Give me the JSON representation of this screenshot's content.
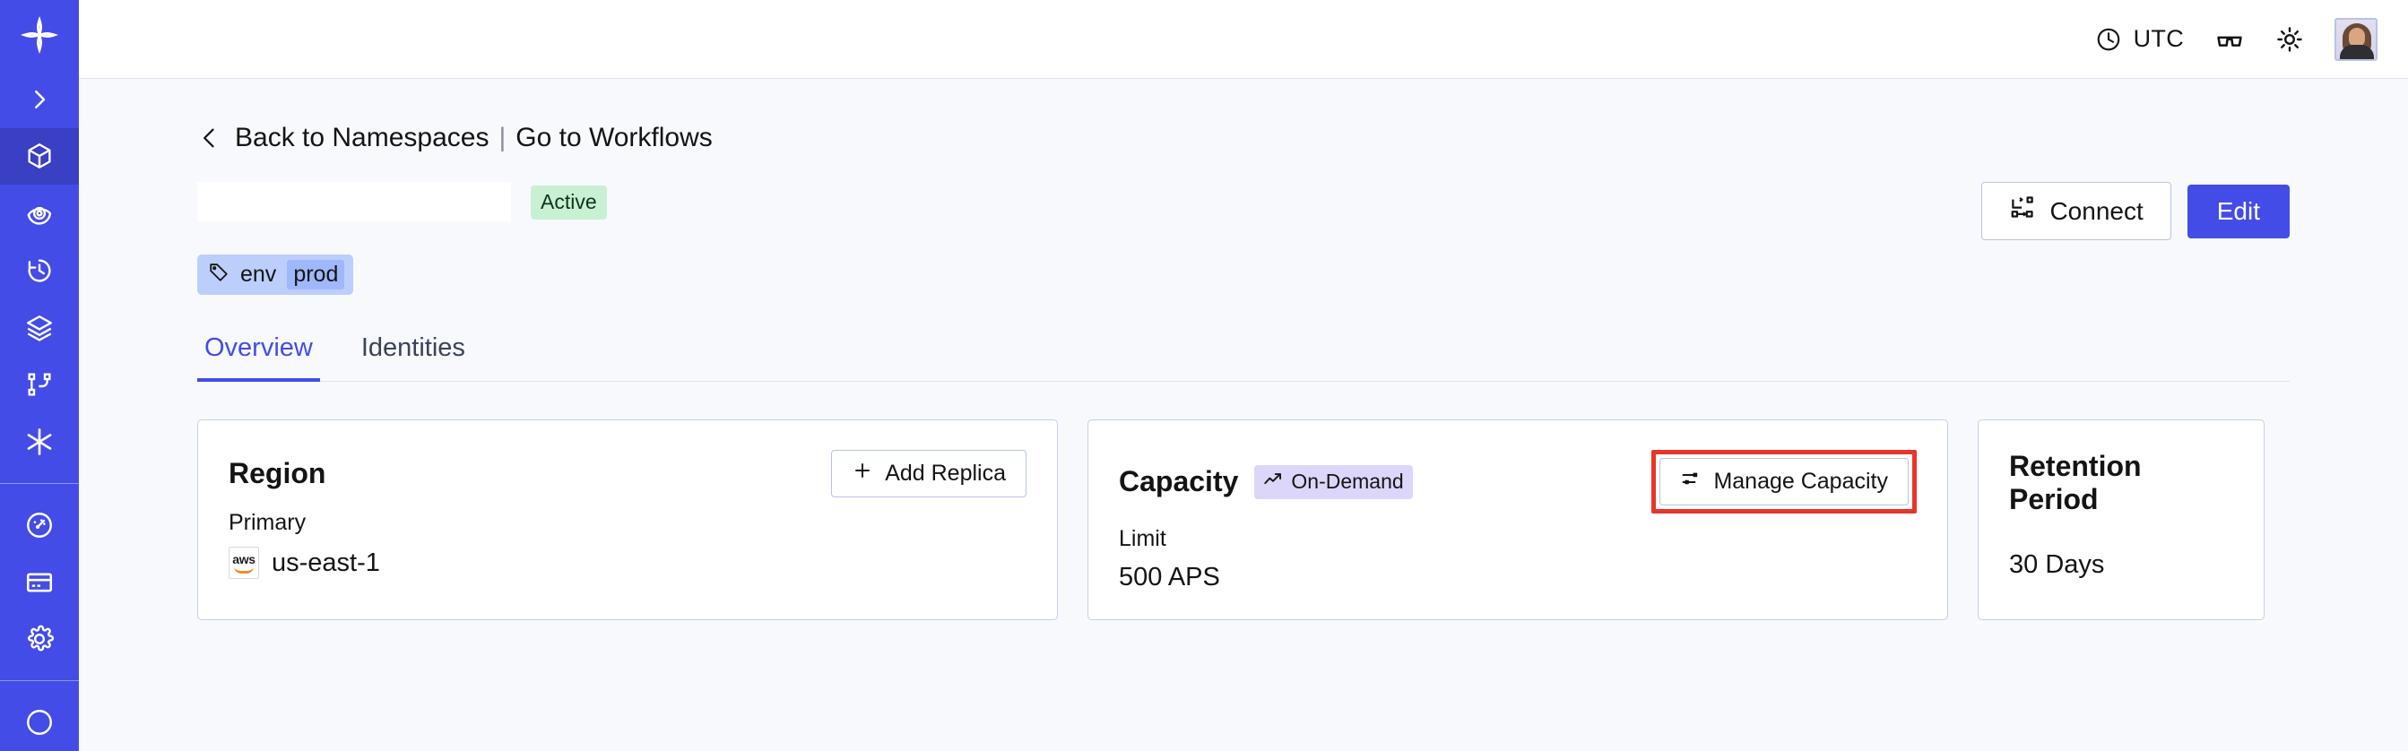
{
  "sidebar": {
    "logo_icon": "temporal-star-logo-icon",
    "items": [
      {
        "name": "expand-sidebar",
        "icon": "chevron-right-icon",
        "active": false
      },
      {
        "name": "namespaces",
        "icon": "cube-icon",
        "active": true
      },
      {
        "name": "observability",
        "icon": "eye-spiral-icon",
        "active": false
      },
      {
        "name": "schedules",
        "icon": "clock-rewind-icon",
        "active": false
      },
      {
        "name": "batch-operations",
        "icon": "layers-icon",
        "active": false
      },
      {
        "name": "workflows",
        "icon": "git-branch-icon",
        "active": false
      },
      {
        "name": "nexus",
        "icon": "asterisk-icon",
        "active": false
      },
      {
        "name": "usage",
        "icon": "gauge-icon",
        "active": false
      },
      {
        "name": "billing",
        "icon": "credit-card-icon",
        "active": false
      },
      {
        "name": "settings",
        "icon": "gear-icon",
        "active": false
      }
    ]
  },
  "topbar": {
    "clock_icon": "clock-icon",
    "timezone": "UTC",
    "glasses_icon": "reading-glasses-icon",
    "theme_icon": "sun-icon",
    "avatar_icon": "user-avatar"
  },
  "breadcrumb": {
    "back_icon": "chevron-left-icon",
    "back_label": "Back to Namespaces",
    "separator": "|",
    "forward_label": "Go to Workflows"
  },
  "header": {
    "namespace_name": "",
    "status_badge": "Active",
    "connect_label": "Connect",
    "connect_icon": "connect-flow-icon",
    "edit_label": "Edit",
    "tag": {
      "icon": "tag-icon",
      "key": "env",
      "value": "prod"
    }
  },
  "tabs": [
    {
      "label": "Overview",
      "selected": true
    },
    {
      "label": "Identities",
      "selected": false
    }
  ],
  "cards": {
    "region": {
      "title": "Region",
      "action_label": "Add Replica",
      "action_icon": "plus-icon",
      "sub_label": "Primary",
      "provider_icon": "aws-logo-icon",
      "provider_text": "aws",
      "value": "us-east-1"
    },
    "capacity": {
      "title": "Capacity",
      "chip_label": "On-Demand",
      "chip_icon": "trend-up-icon",
      "action_label": "Manage Capacity",
      "action_icon": "sliders-icon",
      "action_highlighted": true,
      "sub_label": "Limit",
      "value": "500 APS"
    },
    "retention": {
      "title": "Retention Period",
      "value": "30 Days"
    }
  },
  "colors": {
    "brand": "#444ce7",
    "sidebar": "#444ce7",
    "page_bg": "#f7f9fc",
    "card_border": "#c5cfe8",
    "status_active_bg": "#c8f0d3",
    "tag_bg": "#bccefb",
    "tag_value_bg": "#9fb8fb",
    "chip_ondemand_bg": "#ddd6fb",
    "highlight": "#e8352a"
  }
}
